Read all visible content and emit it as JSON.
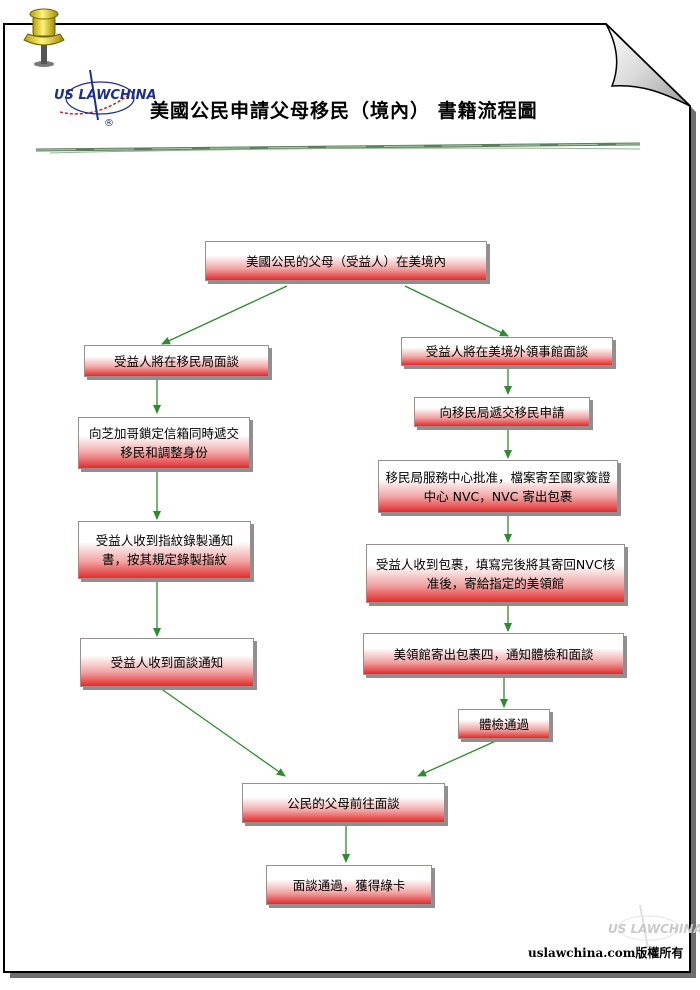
{
  "header": {
    "title": "美國公民申請父母移民（境內） 書籍流程圖",
    "logo_text": "US LAWCHINA",
    "logo_mark": "®"
  },
  "footer": {
    "copyright": "uslawchina.com版權所有",
    "watermark": "US LAWCHINA"
  },
  "flowchart": {
    "start": "美國公民的父母（受益人）在美境內",
    "left_branch": [
      "受益人將在移民局面談",
      "向芝加哥鎖定信箱同時遞交移民和調整身份",
      "受益人收到指紋錄製通知書，按其規定錄製指紋",
      "受益人收到面談通知"
    ],
    "right_branch": [
      "受益人將在美境外領事館面談",
      "向移民局遞交移民申請",
      "移民局服務中心批准，檔案寄至國家簽證中心 NVC，NVC 寄出包裹",
      "受益人收到包裹，填寫完後將其寄回NVC核准後，寄給指定的美領館",
      "美領館寄出包裹四，通知體檢和面談",
      "體檢通過"
    ],
    "merge": "公民的父母前往面談",
    "end": "面談通過，獲得綠卡"
  },
  "colors": {
    "arrow": "#2e8b2e",
    "box_gradient_bottom": "#e22b2b",
    "logo": "#1d2f8c"
  }
}
